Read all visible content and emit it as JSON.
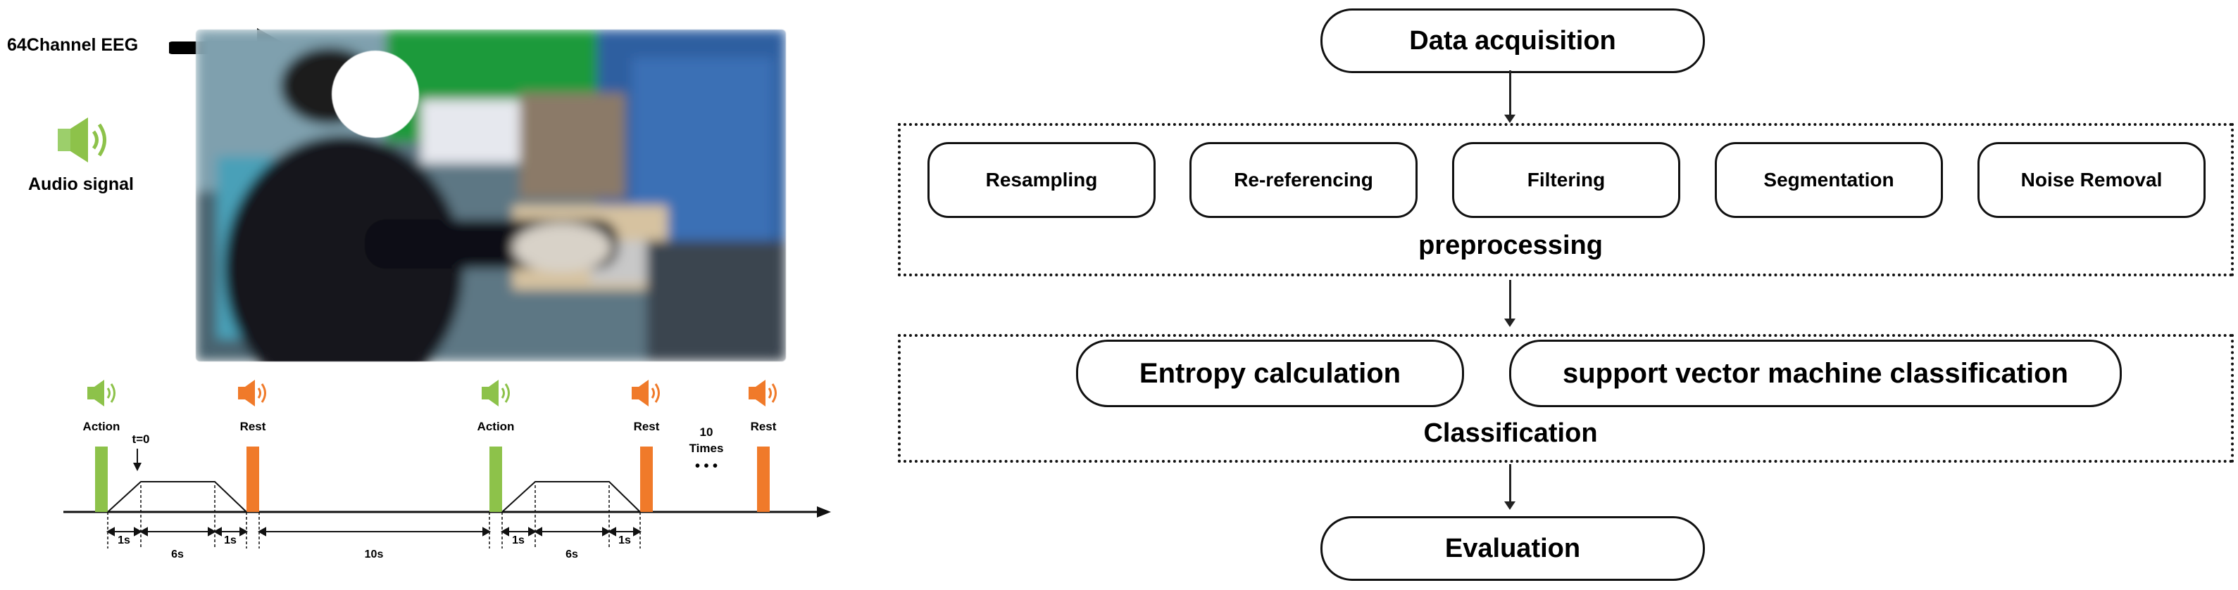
{
  "left_panel": {
    "eeg_label": "64Channel EEG",
    "audio_label": "Audio signal",
    "timeline": {
      "markers": [
        "Action",
        "Rest",
        "Action",
        "Rest",
        "Rest"
      ],
      "t0_label": "t=0",
      "repeat_top": "10",
      "repeat_bottom": "Times",
      "ellipsis": "• • •",
      "durations": [
        "1s",
        "6s",
        "1s",
        "10s",
        "1s",
        "6s",
        "1s"
      ],
      "action_color": "#8dc24a",
      "rest_color": "#f07a2a",
      "action_icon": "speaker-icon",
      "rest_icon": "speaker-icon"
    }
  },
  "pipeline": {
    "top": "Data acquisition",
    "preprocessing": {
      "title": "preprocessing",
      "steps": [
        "Resampling",
        "Re-referencing",
        "Filtering",
        "Segmentation",
        "Noise Removal"
      ]
    },
    "classification": {
      "title": "Classification",
      "steps": [
        "Entropy calculation",
        "support vector machine classification"
      ]
    },
    "bottom": "Evaluation"
  }
}
